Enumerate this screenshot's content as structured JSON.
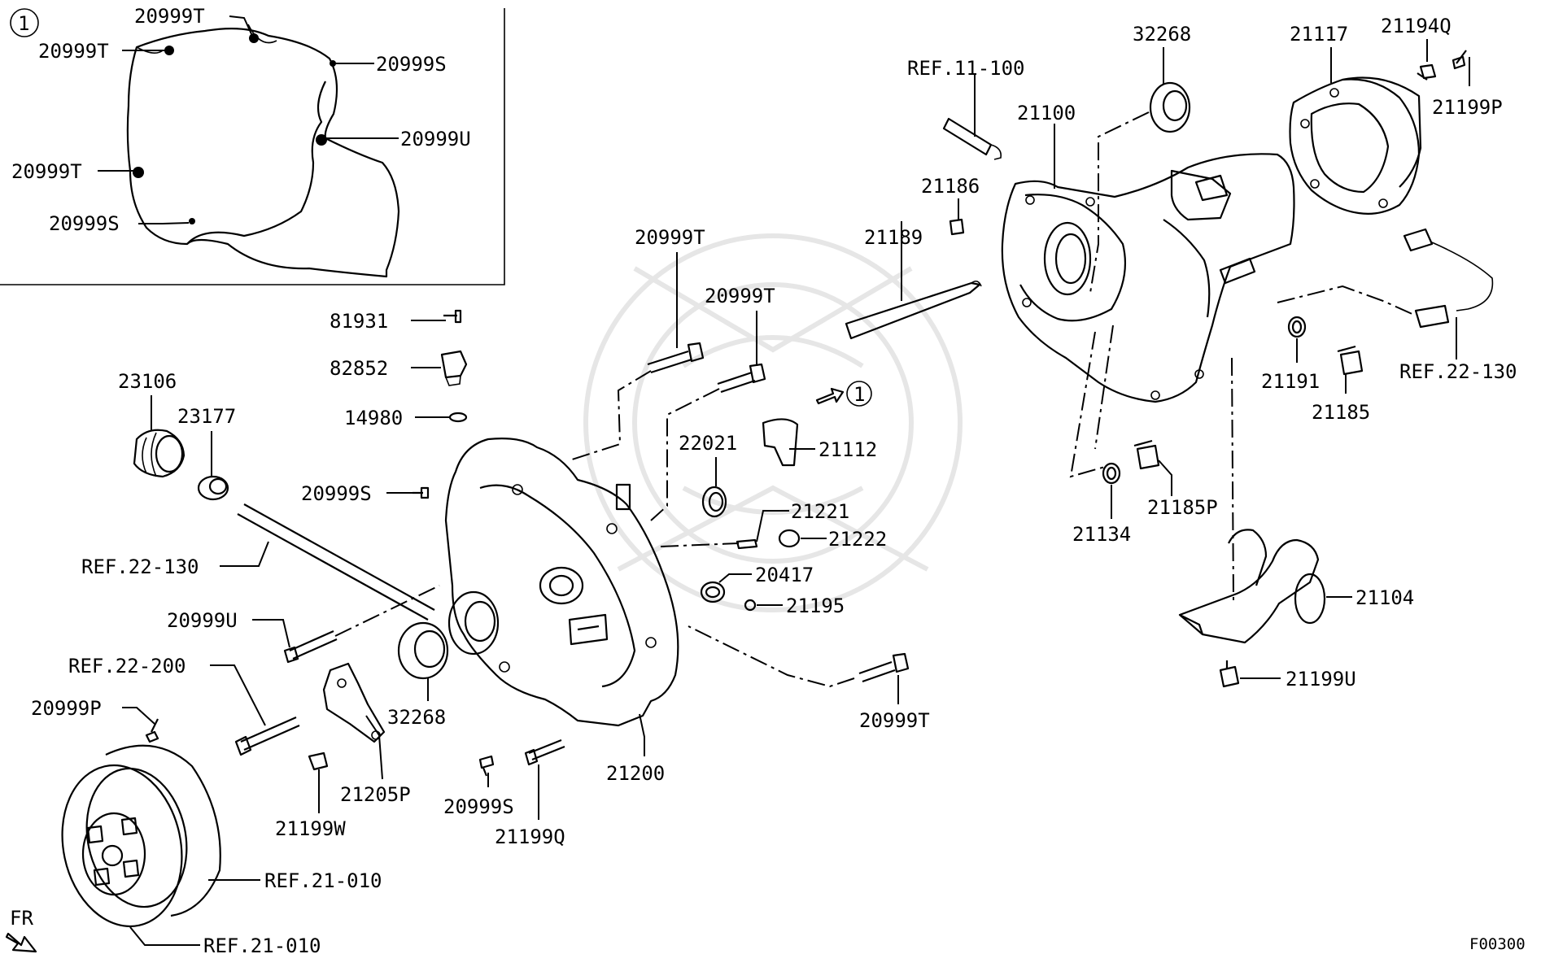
{
  "inset": {
    "number": "1",
    "labels": [
      "20999T",
      "20999T",
      "20999S",
      "20999U",
      "20999T",
      "20999S"
    ]
  },
  "callout_number": "1",
  "part_labels": {
    "p81931": "81931",
    "p82852": "82852",
    "p14980": "14980",
    "p23106": "23106",
    "p23177": "23177",
    "p20999s_a": "20999S",
    "ref22130_a": "REF.22-130",
    "p20999u": "20999U",
    "ref22200": "REF.22-200",
    "p20999p": "20999P",
    "p32268_a": "32268",
    "p21205p": "21205P",
    "p21199w": "21199W",
    "ref21010_a": "REF.21-010",
    "ref21010_b": "REF.21-010",
    "fr": "FR",
    "p20999t_a": "20999T",
    "p20999t_b": "20999T",
    "p22021": "22021",
    "p21112": "21112",
    "p21221": "21221",
    "p21222": "21222",
    "p20417": "20417",
    "p21195": "21195",
    "p20999t_c": "20999T",
    "p20999s_b": "20999S",
    "p21199q": "21199Q",
    "p21200": "21200",
    "ref11100": "REF.11-100",
    "p21100": "21100",
    "p32268_b": "32268",
    "p21186": "21186",
    "p21189": "21189",
    "p21117": "21117",
    "p21194q": "21194Q",
    "p21199p": "21199P",
    "ref22130_b": "REF.22-130",
    "p21191": "21191",
    "p21185": "21185",
    "p21134": "21134",
    "p21185p": "21185P",
    "p21104": "21104",
    "p21199u": "21199U",
    "figure_code": "F00300"
  }
}
